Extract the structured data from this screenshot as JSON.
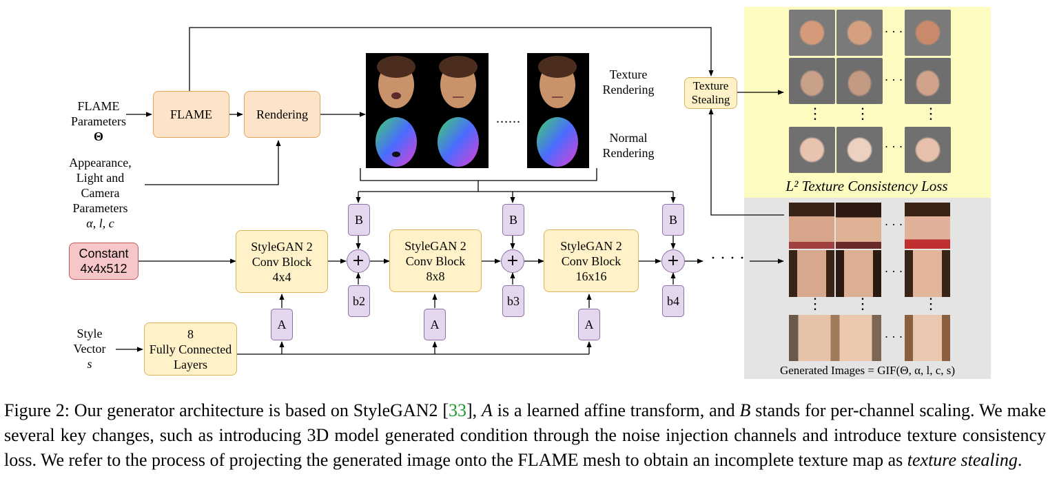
{
  "figure": {
    "inputs": {
      "flame_params": [
        "FLAME",
        "Parameters",
        "Θ"
      ],
      "appearance_params": [
        "Appearance,",
        "Light and",
        "Camera",
        "Parameters",
        "α, l, c"
      ],
      "style_vector": [
        "Style",
        "Vector",
        "s"
      ]
    },
    "blocks": {
      "flame": "FLAME",
      "rendering": "Rendering",
      "constant": [
        "Constant",
        "4x4x512"
      ],
      "fc_layers": [
        "8",
        "Fully Connected",
        "Layers"
      ],
      "conv_blocks": [
        [
          "StyleGAN 2",
          "Conv Block",
          "4x4"
        ],
        [
          "StyleGAN 2",
          "Conv Block",
          "8x8"
        ],
        [
          "StyleGAN 2",
          "Conv Block",
          "16x16"
        ]
      ],
      "b_label": "B",
      "a_label": "A",
      "plus": "+",
      "noise": [
        "b2",
        "b3",
        "b4"
      ],
      "texture_stealing": [
        "Texture",
        "Stealing"
      ]
    },
    "renders": {
      "ellipsis": "......",
      "texture_label": [
        "Texture",
        "Rendering"
      ],
      "normal_label": [
        "Normal",
        "Rendering"
      ]
    },
    "loss_label": "L² Texture Consistency Loss",
    "generated_label": "Generated Images = GIF(Θ, α, l, c, s)",
    "ellipsis_dots": "· · · ·",
    "h_dots": "· · ·",
    "v_dots": "⋮"
  },
  "caption": {
    "prefix": "Figure 2: Our generator architecture is based on StyleGAN2 [",
    "cite": "33",
    "mid1": "], ",
    "A": "A",
    "mid2": " is a learned affine transform, and ",
    "B": "B",
    "mid3": " stands for per-channel scaling. We make several key changes, such as introducing 3D model generated condition through the noise injection channels and introduce texture consistency loss. We refer to the process of projecting the generated image onto the FLAME mesh to obtain an incomplete texture map as ",
    "em": "texture stealing",
    "end": "."
  },
  "colors": {
    "orange_fill": "#fde3c8",
    "yellow_fill": "#fff2c8",
    "pink_fill": "#f7c6c8",
    "purple_fill": "#e4d6ec",
    "loss_panel": "#fdfbc0",
    "generated_panel": "#e4e4e4",
    "citation": "#1a9b2a"
  }
}
